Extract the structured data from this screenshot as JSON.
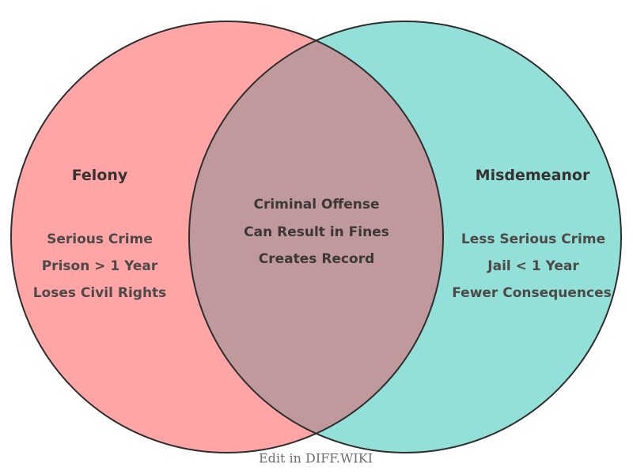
{
  "diagram": {
    "type": "venn",
    "left_set": {
      "title": "Felony",
      "items": [
        "Serious Crime",
        "Prison > 1 Year",
        "Loses Civil Rights"
      ]
    },
    "right_set": {
      "title": "Misdemeanor",
      "items": [
        "Less Serious Crime",
        "Jail < 1 Year",
        "Fewer Consequences"
      ]
    },
    "overlap": {
      "items": [
        "Criminal Offense",
        "Can Result in Fines",
        "Creates Record"
      ]
    }
  },
  "footer": {
    "label": "Edit in DIFF.WIKI"
  },
  "colors": {
    "left_fill": "#FFA5A5",
    "right_fill": "#93E0D8",
    "overlap_fill": "#C0999C",
    "outline": "#2E2E2E",
    "title_text": "#363233",
    "item_text": "#4D4949",
    "overlap_text": "#3C3838",
    "footer_text": "#6E6E6E"
  }
}
